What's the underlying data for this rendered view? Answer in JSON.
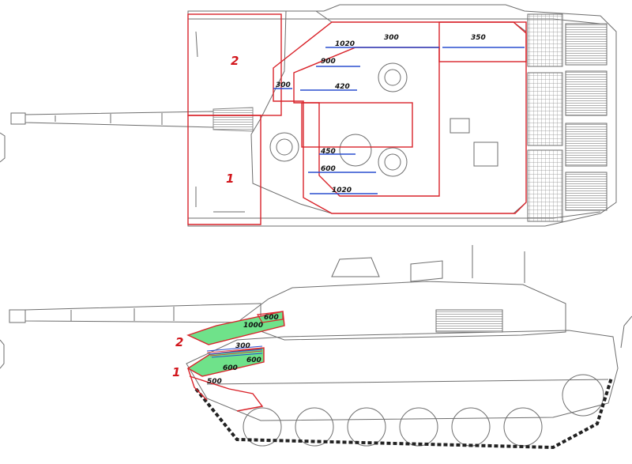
{
  "colors": {
    "outline": "#6e6e6e",
    "hatch": "#9a9a9a",
    "armor_red": "#d9232a",
    "armor_blue": "#2a4ecf",
    "armor_green": "#6fe28a",
    "label_red": "#d2161c"
  },
  "top_view": {
    "zones": {
      "front": "1",
      "rear": "2"
    },
    "thickness": {
      "t1020_a": "1020",
      "t300_a": "300",
      "t350": "350",
      "t900": "900",
      "t300_b": "300",
      "t420": "420",
      "t450": "450",
      "t600": "600",
      "t1020_b": "1020"
    }
  },
  "side_view": {
    "zones": {
      "upper": "2",
      "lower": "1"
    },
    "thickness": {
      "t600_top": "600",
      "t1000": "1000",
      "t300": "300",
      "t600_mid": "600",
      "t600_low": "600",
      "t500": "500"
    }
  }
}
